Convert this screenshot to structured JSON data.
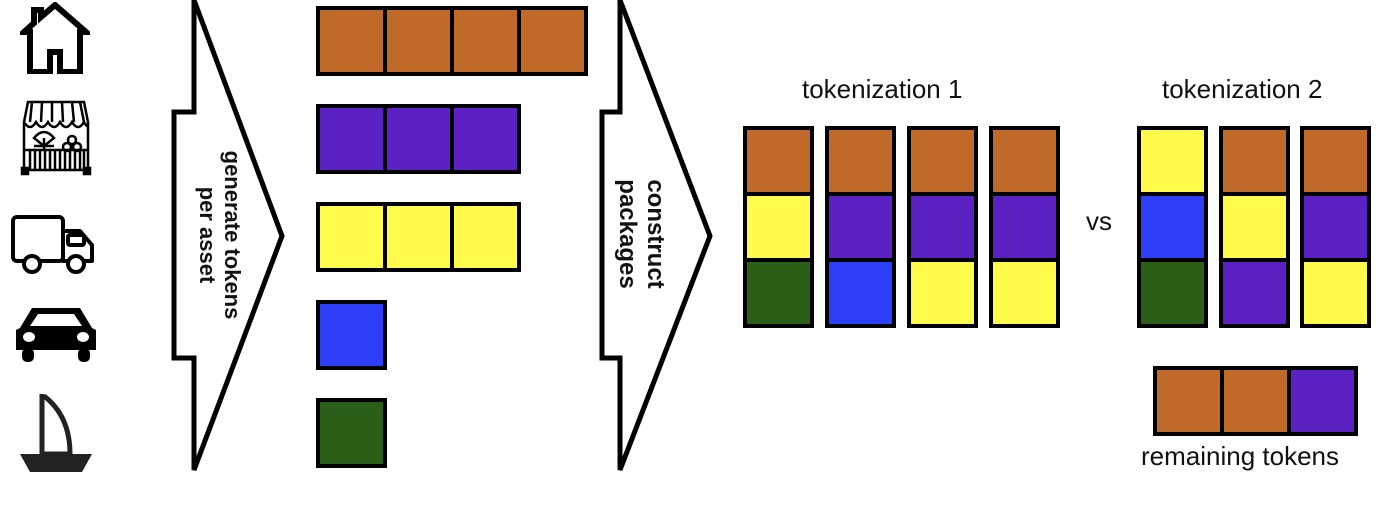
{
  "colors": {
    "orange": "#C06A2A",
    "purple": "#5B21C2",
    "yellow": "#FFFB4B",
    "blue": "#2E3FFA",
    "green": "#2B5E17",
    "outline": "#000000"
  },
  "assets": [
    {
      "name": "house",
      "icon": "house-icon"
    },
    {
      "name": "market-stall",
      "icon": "market-stall-icon"
    },
    {
      "name": "truck",
      "icon": "truck-icon"
    },
    {
      "name": "car",
      "icon": "car-icon"
    },
    {
      "name": "sailboat",
      "icon": "sailboat-icon"
    }
  ],
  "arrows": {
    "generate": {
      "line1": "generate tokens",
      "line2": "per asset"
    },
    "construct": {
      "line1": "construct",
      "line2": "packages"
    }
  },
  "token_rows": [
    [
      "orange",
      "orange",
      "orange",
      "orange"
    ],
    [
      "purple",
      "purple",
      "purple"
    ],
    [
      "yellow",
      "yellow",
      "yellow"
    ],
    [
      "blue"
    ],
    [
      "green"
    ]
  ],
  "tokenization1": {
    "title": "tokenization 1",
    "packages": [
      [
        "orange",
        "yellow",
        "green"
      ],
      [
        "orange",
        "purple",
        "blue"
      ],
      [
        "orange",
        "purple",
        "yellow"
      ],
      [
        "orange",
        "purple",
        "yellow"
      ]
    ]
  },
  "vs_label": "vs",
  "tokenization2": {
    "title": "tokenization 2",
    "packages": [
      [
        "yellow",
        "blue",
        "green"
      ],
      [
        "orange",
        "yellow",
        "purple"
      ],
      [
        "orange",
        "purple",
        "yellow"
      ]
    ],
    "remaining": [
      "orange",
      "orange",
      "purple"
    ],
    "remaining_label": "remaining tokens"
  }
}
